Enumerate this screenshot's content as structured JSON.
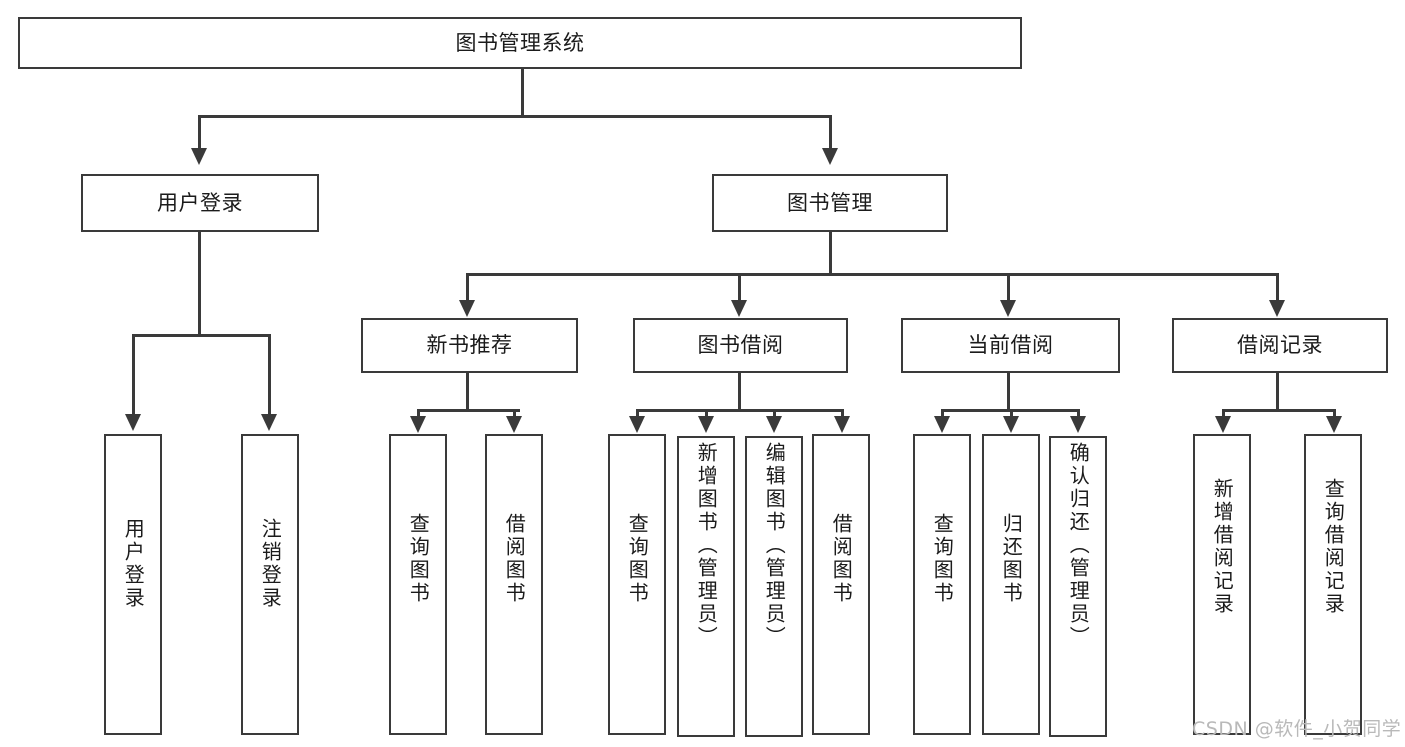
{
  "diagram": {
    "type": "tree",
    "title": "图书管理系统",
    "watermark": "CSDN @软件_小贺同学",
    "root": {
      "id": "root",
      "label": "图书管理系统"
    },
    "level2": [
      {
        "id": "user-login",
        "label": "用户登录"
      },
      {
        "id": "book-manage",
        "label": "图书管理"
      }
    ],
    "level3": [
      {
        "id": "new-book-rec",
        "label": "新书推荐"
      },
      {
        "id": "book-borrow",
        "label": "图书借阅"
      },
      {
        "id": "current-borrow",
        "label": "当前借阅"
      },
      {
        "id": "borrow-record",
        "label": "借阅记录"
      }
    ],
    "leaves": {
      "user_login": [
        {
          "id": "leaf-user-login",
          "label": "用户登录"
        },
        {
          "id": "leaf-logout",
          "label": "注销登录"
        }
      ],
      "new_book_rec": [
        {
          "id": "leaf-query-book-1",
          "label": "查询图书"
        },
        {
          "id": "leaf-borrow-book-1",
          "label": "借阅图书"
        }
      ],
      "book_borrow": [
        {
          "id": "leaf-query-book-2",
          "label": "查询图书"
        },
        {
          "id": "leaf-add-book",
          "label": "新增图书（管理员）"
        },
        {
          "id": "leaf-edit-book",
          "label": "编辑图书（管理员）"
        },
        {
          "id": "leaf-borrow-book-2",
          "label": "借阅图书"
        }
      ],
      "current_borrow": [
        {
          "id": "leaf-query-book-3",
          "label": "查询图书"
        },
        {
          "id": "leaf-return-book",
          "label": "归还图书"
        },
        {
          "id": "leaf-confirm-return",
          "label": "确认归还（管理员）"
        }
      ],
      "borrow_record": [
        {
          "id": "leaf-add-record",
          "label": "新增借阅记录"
        },
        {
          "id": "leaf-query-record",
          "label": "查询借阅记录"
        }
      ]
    }
  }
}
